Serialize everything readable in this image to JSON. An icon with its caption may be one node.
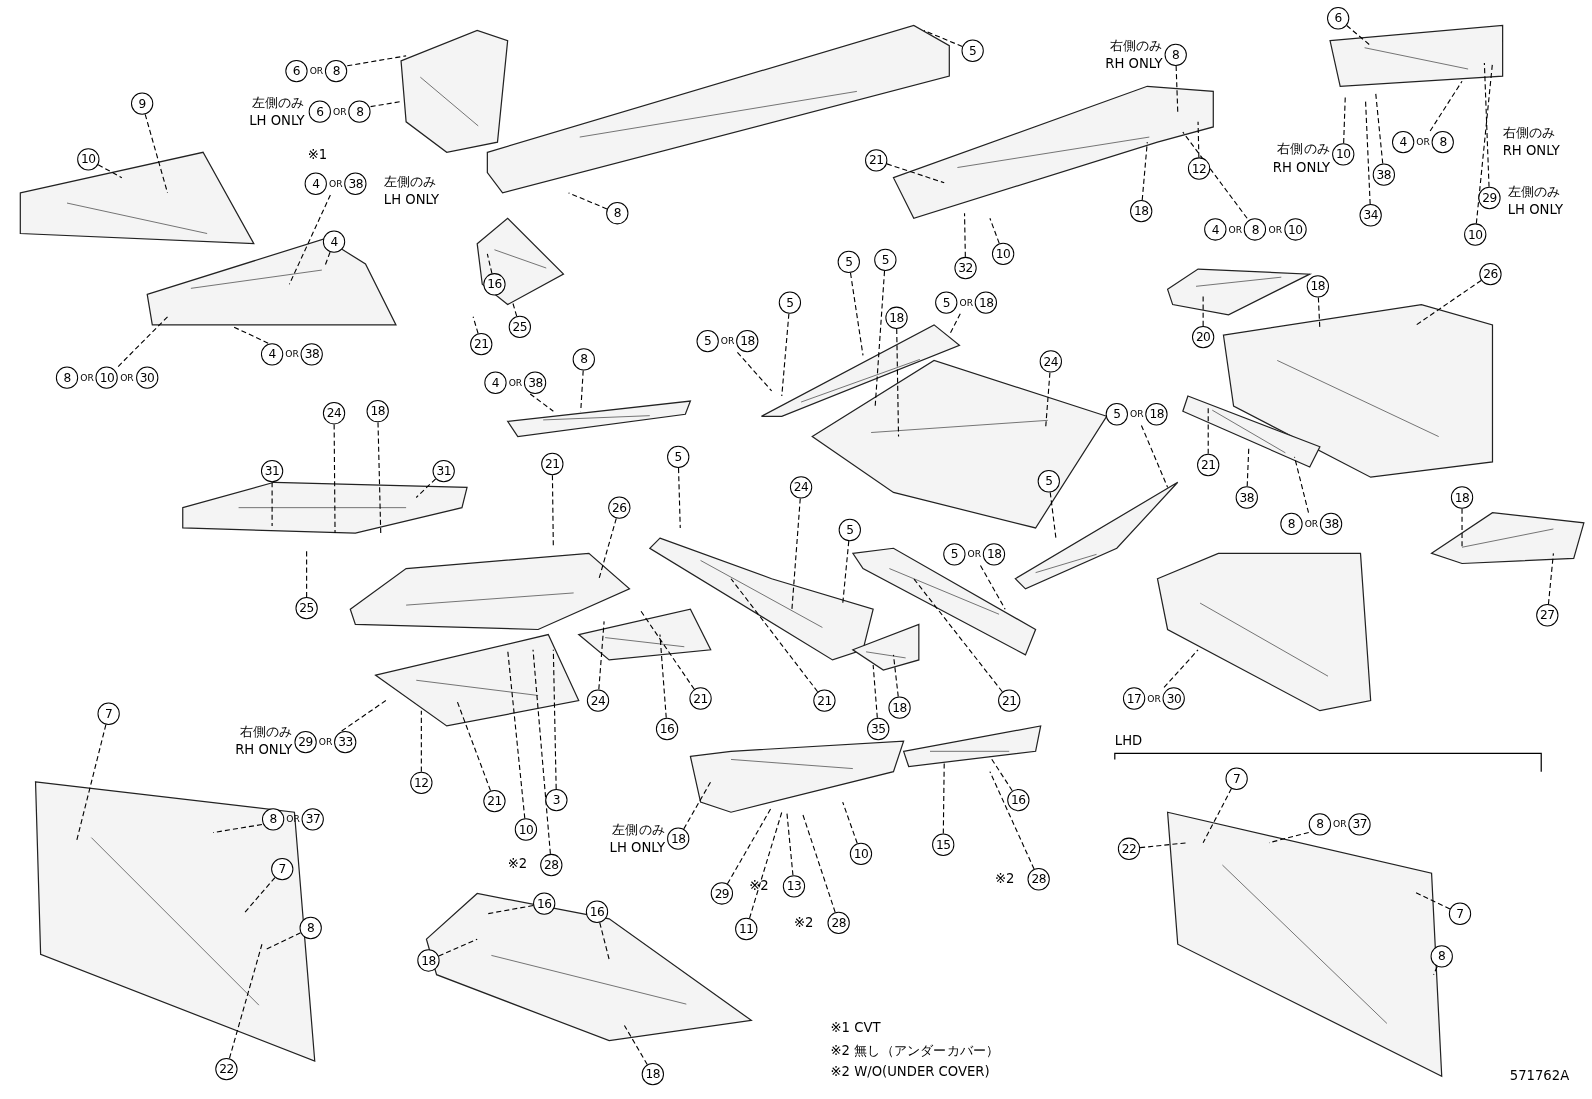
{
  "diagram": {
    "nodes": [
      {
        "text": [
          "6",
          "OR",
          "8"
        ]
      },
      {
        "text": [
          "6",
          "OR",
          "8"
        ],
        "beside": [
          "左側のみ LH ONLY"
        ]
      },
      {
        "text": [
          "5"
        ]
      },
      {
        "text": [
          "8"
        ]
      },
      {
        "text": [
          "9"
        ]
      },
      {
        "text": [
          "10"
        ]
      },
      {
        "text": [
          "4",
          "OR",
          "38"
        ],
        "beside": [
          "※1",
          "左側のみ LH ONLY"
        ]
      },
      {
        "text": [
          "4"
        ]
      },
      {
        "text": [
          "4",
          "OR",
          "38"
        ]
      },
      {
        "text": [
          "8",
          "OR",
          "10",
          "OR",
          "30"
        ]
      },
      {
        "text": [
          "16"
        ]
      },
      {
        "text": [
          "25"
        ]
      },
      {
        "text": [
          "21"
        ]
      },
      {
        "text": [
          "4",
          "OR",
          "38"
        ]
      },
      {
        "text": [
          "8"
        ]
      },
      {
        "text": [
          "21"
        ]
      },
      {
        "text": [
          "26"
        ]
      },
      {
        "text": [
          "31"
        ]
      },
      {
        "text": [
          "24"
        ]
      },
      {
        "text": [
          "18"
        ]
      },
      {
        "text": [
          "31"
        ]
      },
      {
        "text": [
          "25"
        ]
      },
      {
        "text": [
          "8"
        ],
        "beside": [
          "右側のみ RH ONLY"
        ]
      },
      {
        "text": [
          "21"
        ]
      },
      {
        "text": [
          "12"
        ]
      },
      {
        "text": [
          "18"
        ]
      },
      {
        "text": [
          "32"
        ]
      },
      {
        "text": [
          "10"
        ]
      },
      {
        "text": [
          "4",
          "OR",
          "8",
          "OR",
          "10"
        ]
      },
      {
        "text": [
          "6"
        ]
      },
      {
        "text": [
          "10"
        ],
        "beside": [
          "右側のみ RH ONLY"
        ]
      },
      {
        "text": [
          "38"
        ]
      },
      {
        "text": [
          "34"
        ]
      },
      {
        "text": [
          "4",
          "OR",
          "8"
        ],
        "beside": [
          "右側のみ RH ONLY"
        ]
      },
      {
        "text": [
          "29"
        ],
        "beside": [
          "左側のみ LH ONLY"
        ]
      },
      {
        "text": [
          "10"
        ]
      },
      {
        "text": [
          "5"
        ]
      },
      {
        "text": [
          "5"
        ]
      },
      {
        "text": [
          "5"
        ]
      },
      {
        "text": [
          "5",
          "OR",
          "18"
        ]
      },
      {
        "text": [
          "18"
        ]
      },
      {
        "text": [
          "5",
          "OR",
          "18"
        ]
      },
      {
        "text": [
          "24"
        ]
      },
      {
        "text": [
          "5",
          "OR",
          "18"
        ]
      },
      {
        "text": [
          "20"
        ]
      },
      {
        "text": [
          "18"
        ]
      },
      {
        "text": [
          "26"
        ]
      },
      {
        "text": [
          "21"
        ]
      },
      {
        "text": [
          "38"
        ]
      },
      {
        "text": [
          "8",
          "OR",
          "38"
        ]
      },
      {
        "text": [
          "18"
        ]
      },
      {
        "text": [
          "27"
        ]
      },
      {
        "text": [
          "5"
        ]
      },
      {
        "text": [
          "24"
        ]
      },
      {
        "text": [
          "5"
        ]
      },
      {
        "text": [
          "5"
        ]
      },
      {
        "text": [
          "5",
          "OR",
          "18"
        ]
      },
      {
        "text": [
          "21"
        ]
      },
      {
        "text": [
          "18"
        ]
      },
      {
        "text": [
          "35"
        ]
      },
      {
        "text": [
          "21"
        ]
      },
      {
        "text": [
          "21"
        ]
      },
      {
        "text": [
          "16"
        ]
      },
      {
        "text": [
          "24"
        ]
      },
      {
        "text": [
          "17",
          "OR",
          "30"
        ]
      },
      {
        "text": [
          "29",
          "OR",
          "33"
        ],
        "beside": [
          "右側のみ RH ONLY"
        ]
      },
      {
        "text": [
          "12"
        ]
      },
      {
        "text": [
          "21"
        ]
      },
      {
        "text": [
          "10"
        ]
      },
      {
        "text": [
          "3"
        ]
      },
      {
        "text": [
          "28"
        ],
        "beside": [
          "※2"
        ]
      },
      {
        "text": [
          "7"
        ]
      },
      {
        "text": [
          "8",
          "OR",
          "37"
        ]
      },
      {
        "text": [
          "7"
        ]
      },
      {
        "text": [
          "8"
        ]
      },
      {
        "text": [
          "22"
        ]
      },
      {
        "text": [
          "18"
        ],
        "beside": [
          "左側のみ LH ONLY"
        ]
      },
      {
        "text": [
          "10"
        ]
      },
      {
        "text": [
          "29"
        ]
      },
      {
        "text": [
          "13"
        ],
        "beside": [
          "※2"
        ]
      },
      {
        "text": [
          "11"
        ]
      },
      {
        "text": [
          "28"
        ],
        "beside": [
          "※2"
        ]
      },
      {
        "text": [
          "16"
        ]
      },
      {
        "text": [
          "15"
        ]
      },
      {
        "text": [
          "28"
        ],
        "beside": [
          "※2"
        ]
      },
      {
        "text": [
          "16"
        ]
      },
      {
        "text": [
          "16"
        ]
      },
      {
        "text": [
          "18"
        ]
      },
      {
        "text": [
          "18"
        ]
      },
      {
        "text": [
          "7"
        ]
      },
      {
        "text": [
          "8",
          "OR",
          "37"
        ]
      },
      {
        "text": [
          "22"
        ]
      },
      {
        "text": [
          "7"
        ]
      },
      {
        "text": [
          "8"
        ]
      }
    ],
    "edges": [
      {
        "from": 0,
        "to": null,
        "arrow": "none",
        "style": "dashed"
      },
      {
        "from": 1,
        "to": null,
        "arrow": "none",
        "style": "dashed"
      },
      {
        "from": 2,
        "to": null,
        "arrow": "none",
        "style": "dashed"
      },
      {
        "from": 3,
        "to": null,
        "arrow": "none",
        "style": "dashed"
      },
      {
        "from": 4,
        "to": null,
        "arrow": "none",
        "style": "dashed"
      },
      {
        "from": 5,
        "to": null,
        "arrow": "none",
        "style": "dashed"
      },
      {
        "from": 6,
        "to": null,
        "arrow": "none",
        "style": "dashed"
      },
      {
        "from": 7,
        "to": null,
        "arrow": "none",
        "style": "dashed"
      },
      {
        "from": 8,
        "to": null,
        "arrow": "none",
        "style": "dashed"
      },
      {
        "from": 9,
        "to": null,
        "arrow": "none",
        "style": "dashed"
      },
      {
        "from": 10,
        "to": null,
        "arrow": "none",
        "style": "dashed"
      },
      {
        "from": 11,
        "to": null,
        "arrow": "none",
        "style": "dashed"
      },
      {
        "from": 12,
        "to": null,
        "arrow": "none",
        "style": "dashed"
      },
      {
        "from": 13,
        "to": null,
        "arrow": "none",
        "style": "dashed"
      },
      {
        "from": 14,
        "to": null,
        "arrow": "none",
        "style": "dashed"
      },
      {
        "from": 15,
        "to": null,
        "arrow": "none",
        "style": "dashed"
      },
      {
        "from": 16,
        "to": null,
        "arrow": "none",
        "style": "dashed"
      },
      {
        "from": 17,
        "to": null,
        "arrow": "none",
        "style": "dashed"
      },
      {
        "from": 18,
        "to": null,
        "arrow": "none",
        "style": "dashed"
      },
      {
        "from": 19,
        "to": null,
        "arrow": "none",
        "style": "dashed"
      },
      {
        "from": 20,
        "to": null,
        "arrow": "none",
        "style": "dashed"
      },
      {
        "from": 21,
        "to": null,
        "arrow": "none",
        "style": "dashed"
      },
      {
        "from": 22,
        "to": null,
        "arrow": "none",
        "style": "dashed"
      },
      {
        "from": 23,
        "to": null,
        "arrow": "none",
        "style": "dashed"
      },
      {
        "from": 24,
        "to": null,
        "arrow": "none",
        "style": "dashed"
      },
      {
        "from": 25,
        "to": null,
        "arrow": "none",
        "style": "dashed"
      },
      {
        "from": 26,
        "to": null,
        "arrow": "none",
        "style": "dashed"
      },
      {
        "from": 27,
        "to": null,
        "arrow": "none",
        "style": "dashed"
      },
      {
        "from": 28,
        "to": null,
        "arrow": "none",
        "style": "dashed"
      },
      {
        "from": 29,
        "to": null,
        "arrow": "none",
        "style": "dashed"
      },
      {
        "from": 30,
        "to": null,
        "arrow": "none",
        "style": "dashed"
      },
      {
        "from": 31,
        "to": null,
        "arrow": "none",
        "style": "dashed"
      },
      {
        "from": 32,
        "to": null,
        "arrow": "none",
        "style": "dashed"
      },
      {
        "from": 33,
        "to": null,
        "arrow": "none",
        "style": "dashed"
      },
      {
        "from": 34,
        "to": null,
        "arrow": "none",
        "style": "dashed"
      },
      {
        "from": 35,
        "to": null,
        "arrow": "none",
        "style": "dashed"
      },
      {
        "from": 36,
        "to": null,
        "arrow": "none",
        "style": "dashed"
      },
      {
        "from": 37,
        "to": null,
        "arrow": "none",
        "style": "dashed"
      },
      {
        "from": 38,
        "to": null,
        "arrow": "none",
        "style": "dashed"
      },
      {
        "from": 39,
        "to": null,
        "arrow": "none",
        "style": "dashed"
      },
      {
        "from": 40,
        "to": null,
        "arrow": "none",
        "style": "dashed"
      },
      {
        "from": 41,
        "to": null,
        "arrow": "none",
        "style": "dashed"
      },
      {
        "from": 42,
        "to": null,
        "arrow": "none",
        "style": "dashed"
      },
      {
        "from": 43,
        "to": null,
        "arrow": "none",
        "style": "dashed"
      },
      {
        "from": 44,
        "to": null,
        "arrow": "none",
        "style": "dashed"
      },
      {
        "from": 45,
        "to": null,
        "arrow": "none",
        "style": "dashed"
      },
      {
        "from": 46,
        "to": null,
        "arrow": "none",
        "style": "dashed"
      },
      {
        "from": 47,
        "to": null,
        "arrow": "none",
        "style": "dashed"
      },
      {
        "from": 48,
        "to": null,
        "arrow": "none",
        "style": "dashed"
      },
      {
        "from": 49,
        "to": null,
        "arrow": "none",
        "style": "dashed"
      },
      {
        "from": 50,
        "to": null,
        "arrow": "none",
        "style": "dashed"
      },
      {
        "from": 51,
        "to": null,
        "arrow": "none",
        "style": "dashed"
      },
      {
        "from": 52,
        "to": null,
        "arrow": "none",
        "style": "dashed"
      },
      {
        "from": 53,
        "to": null,
        "arrow": "none",
        "style": "dashed"
      },
      {
        "from": 54,
        "to": null,
        "arrow": "none",
        "style": "dashed"
      },
      {
        "from": 55,
        "to": null,
        "arrow": "none",
        "style": "dashed"
      },
      {
        "from": 56,
        "to": null,
        "arrow": "none",
        "style": "dashed"
      },
      {
        "from": 57,
        "to": null,
        "arrow": "none",
        "style": "dashed"
      },
      {
        "from": 58,
        "to": null,
        "arrow": "none",
        "style": "dashed"
      },
      {
        "from": 59,
        "to": null,
        "arrow": "none",
        "style": "dashed"
      },
      {
        "from": 60,
        "to": null,
        "arrow": "none",
        "style": "dashed"
      },
      {
        "from": 61,
        "to": null,
        "arrow": "none",
        "style": "dashed"
      },
      {
        "from": 62,
        "to": null,
        "arrow": "none",
        "style": "dashed"
      },
      {
        "from": 63,
        "to": null,
        "arrow": "none",
        "style": "dashed"
      },
      {
        "from": 64,
        "to": null,
        "arrow": "none",
        "style": "dashed"
      },
      {
        "from": 65,
        "to": null,
        "arrow": "none",
        "style": "dashed"
      },
      {
        "from": 66,
        "to": null,
        "arrow": "none",
        "style": "dashed"
      },
      {
        "from": 67,
        "to": null,
        "arrow": "none",
        "style": "dashed"
      },
      {
        "from": 68,
        "to": null,
        "arrow": "none",
        "style": "dashed"
      },
      {
        "from": 69,
        "to": null,
        "arrow": "none",
        "style": "dashed"
      },
      {
        "from": 70,
        "to": null,
        "arrow": "none",
        "style": "dashed"
      },
      {
        "from": 71,
        "to": null,
        "arrow": "none",
        "style": "dashed"
      },
      {
        "from": 72,
        "to": null,
        "arrow": "none",
        "style": "dashed"
      },
      {
        "from": 73,
        "to": null,
        "arrow": "none",
        "style": "dashed"
      },
      {
        "from": 74,
        "to": null,
        "arrow": "none",
        "style": "dashed"
      },
      {
        "from": 75,
        "to": null,
        "arrow": "none",
        "style": "dashed"
      },
      {
        "from": 76,
        "to": null,
        "arrow": "none",
        "style": "dashed"
      },
      {
        "from": 77,
        "to": null,
        "arrow": "none",
        "style": "dashed"
      },
      {
        "from": 78,
        "to": null,
        "arrow": "none",
        "style": "dashed"
      },
      {
        "from": 79,
        "to": null,
        "arrow": "none",
        "style": "dashed"
      },
      {
        "from": 80,
        "to": null,
        "arrow": "none",
        "style": "dashed"
      },
      {
        "from": 81,
        "to": null,
        "arrow": "none",
        "style": "dashed"
      },
      {
        "from": 82,
        "to": null,
        "arrow": "none",
        "style": "dashed"
      },
      {
        "from": 83,
        "to": null,
        "arrow": "none",
        "style": "dashed"
      },
      {
        "from": 84,
        "to": null,
        "arrow": "none",
        "style": "dashed"
      },
      {
        "from": 85,
        "to": null,
        "arrow": "none",
        "style": "dashed"
      },
      {
        "from": 86,
        "to": null,
        "arrow": "none",
        "style": "dashed"
      },
      {
        "from": 87,
        "to": null,
        "arrow": "none",
        "style": "dashed"
      },
      {
        "from": 88,
        "to": null,
        "arrow": "none",
        "style": "dashed"
      },
      {
        "from": 89,
        "to": null,
        "arrow": "none",
        "style": "dashed"
      },
      {
        "from": 90,
        "to": null,
        "arrow": "none",
        "style": "dashed"
      },
      {
        "from": 91,
        "to": null,
        "arrow": "none",
        "style": "dashed"
      },
      {
        "from": 92,
        "to": null,
        "arrow": "none",
        "style": "dashed"
      },
      {
        "from": 93,
        "to": null,
        "arrow": "none",
        "style": "dashed"
      }
    ],
    "labels": [
      "LHD",
      "※1 CVT",
      "※2 無し（アンダーカバー）",
      "※2 W/O(UNDER COVER)",
      "571762A"
    ]
  }
}
